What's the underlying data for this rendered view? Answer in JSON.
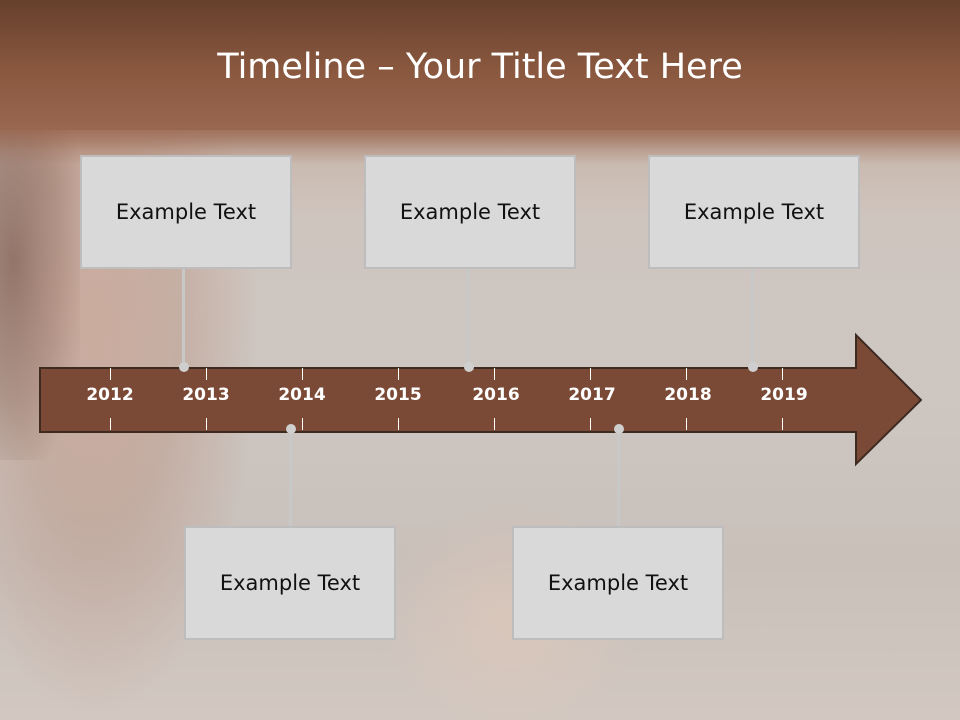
{
  "slide": {
    "title": "Timeline – Your Title Text Here",
    "accent_color": "#7a4a36",
    "box_color": "#d9d9d9"
  },
  "timeline": {
    "years": [
      "2012",
      "2013",
      "2014",
      "2015",
      "2016",
      "2017",
      "2018",
      "2019"
    ]
  },
  "events": [
    {
      "text": "Example Text"
    },
    {
      "text": "Example Text"
    },
    {
      "text": "Example Text"
    },
    {
      "text": "Example Text"
    },
    {
      "text": "Example Text"
    }
  ]
}
